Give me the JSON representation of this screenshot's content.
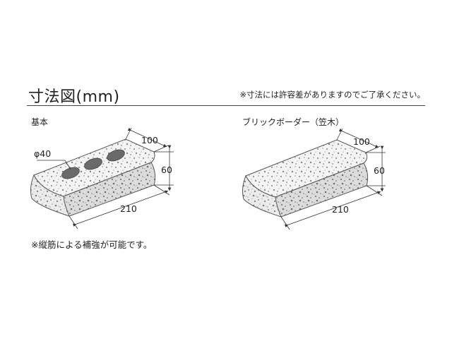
{
  "header": {
    "title": "寸法図(mm)",
    "note": "※寸法には許容差がありますのでご了承ください。"
  },
  "left_block": {
    "label": "基本",
    "dims": {
      "depth": "100",
      "height": "60",
      "length": "210",
      "hole": "φ40"
    }
  },
  "right_block": {
    "label": "ブリックボーダー（笠木）",
    "dims": {
      "depth": "100",
      "height": "60",
      "length": "210"
    }
  },
  "footer": {
    "note": "※縦筋による補強が可能です。"
  },
  "colors": {
    "stone_light": "#f2f2f2",
    "stone_mid": "#d4d4d4",
    "stone_dark": "#8a8a8a",
    "line": "#333333"
  }
}
